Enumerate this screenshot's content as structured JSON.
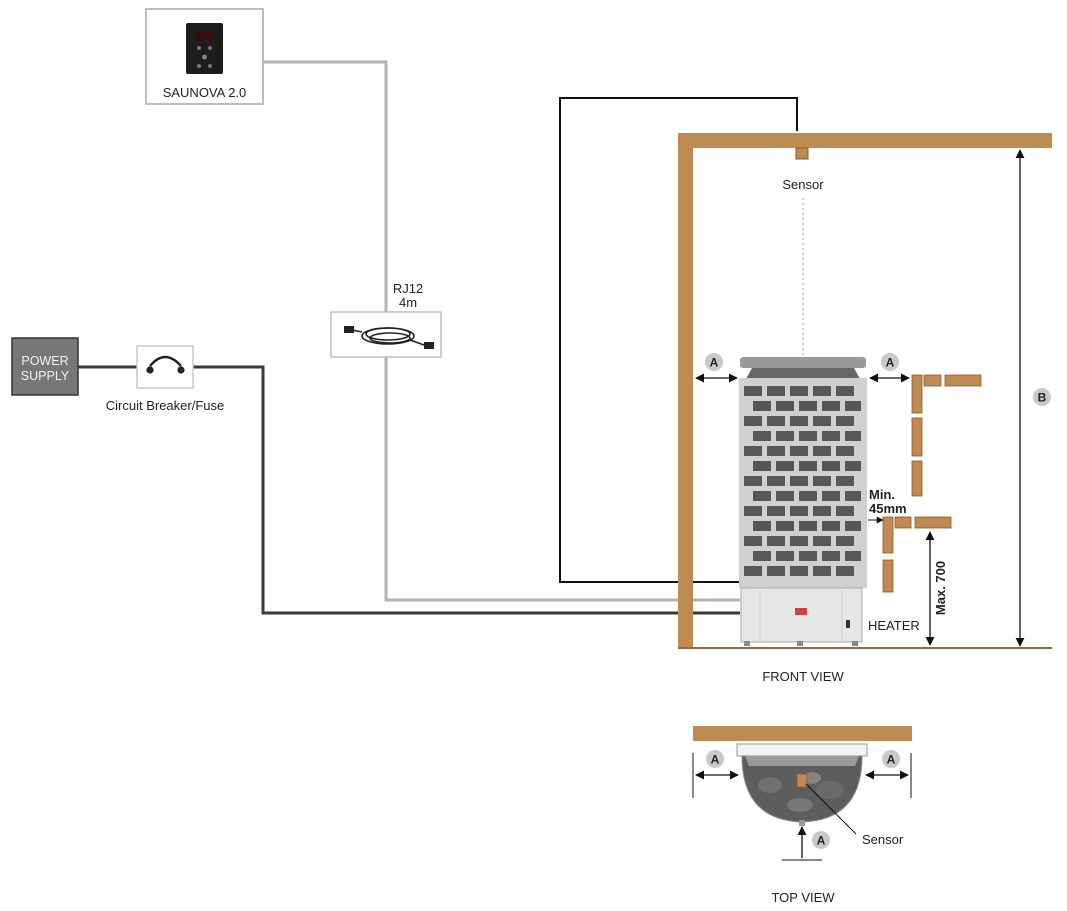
{
  "controller": {
    "label": "SAUNOVA 2.0",
    "icon": "control-panel-icon"
  },
  "cable": {
    "type": "RJ12",
    "length": "4m",
    "icon": "cable-icon"
  },
  "power_supply": {
    "line1": "POWER",
    "line2": "SUPPLY"
  },
  "breaker": {
    "label": "Circuit Breaker/Fuse",
    "icon": "switch-icon"
  },
  "front_view": {
    "title": "FRONT VIEW",
    "sensor_label": "Sensor",
    "heater_label": "HEATER",
    "min_line1": "Min.",
    "min_line2": "45mm",
    "max_label": "Max. 700",
    "clearance_a": "A",
    "height_b": "B"
  },
  "top_view": {
    "title": "TOP VIEW",
    "sensor_label": "Sensor",
    "clearance_a": "A"
  },
  "colors": {
    "wood": "#c08a55",
    "wire_dark": "#3a3a3a",
    "wire_gray": "#b3b3b3",
    "badge": "#c9c9c9",
    "power_box": "#777777"
  }
}
